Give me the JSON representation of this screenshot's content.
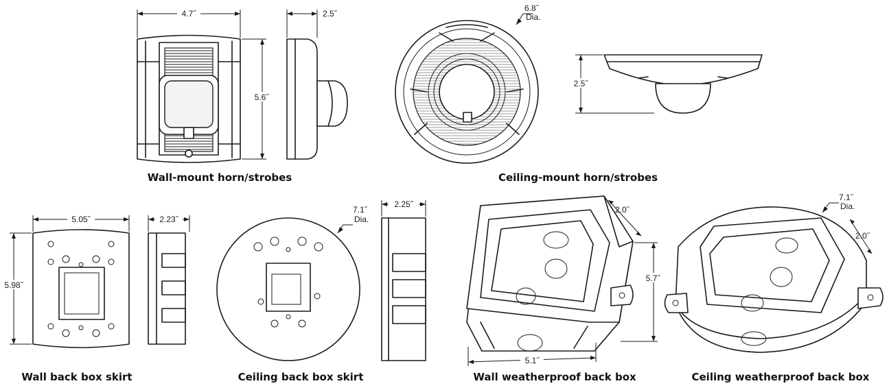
{
  "captions": {
    "wall_horn": "Wall-mount horn/strobes",
    "ceiling_horn": "Ceiling-mount horn/strobes",
    "wall_skirt": "Wall back box skirt",
    "ceiling_skirt": "Ceiling back box skirt",
    "wall_weather": "Wall weatherproof back box",
    "ceiling_weather": "Ceiling weatherproof back box"
  },
  "dimensions": {
    "wall_horn_width": "4.7˝",
    "wall_horn_depth": "2.5˝",
    "wall_horn_height": "5.6˝",
    "ceiling_horn_dia": "6.8˝",
    "ceiling_horn_dia_abbr": "Dia.",
    "ceiling_horn_height": "2.5˝",
    "wall_skirt_width": "5.05˝",
    "wall_skirt_depth": "2.23˝",
    "wall_skirt_height": "5.98˝",
    "ceiling_skirt_dia": "7.1˝",
    "ceiling_skirt_dia_abbr": "Dia.",
    "ceiling_skirt_depth": "2.25˝",
    "wall_weather_depth": "2.0˝",
    "wall_weather_height": "5.7˝",
    "wall_weather_width": "5.1˝",
    "ceiling_weather_dia": "7.1˝",
    "ceiling_weather_dia_abbr": "Dia.",
    "ceiling_weather_depth": "2.0˝"
  }
}
